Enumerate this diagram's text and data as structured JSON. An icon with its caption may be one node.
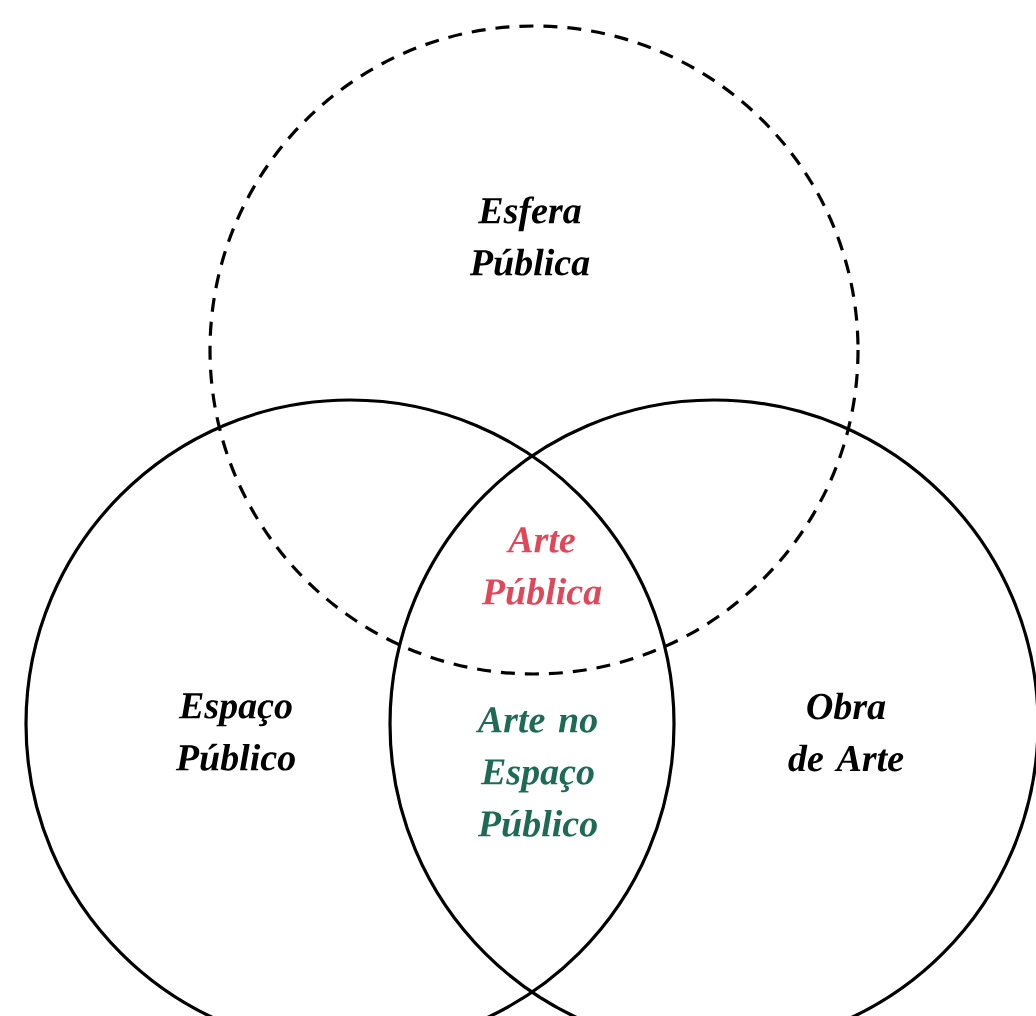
{
  "diagram": {
    "nodes": [
      {
        "text": [
          "Esfera Pública"
        ]
      },
      {
        "text": [
          "Espaço Público"
        ]
      },
      {
        "text": [
          "Obra de Arte"
        ]
      }
    ],
    "labels": [
      "Arte Pública",
      "Arte no Espaço Público"
    ]
  }
}
